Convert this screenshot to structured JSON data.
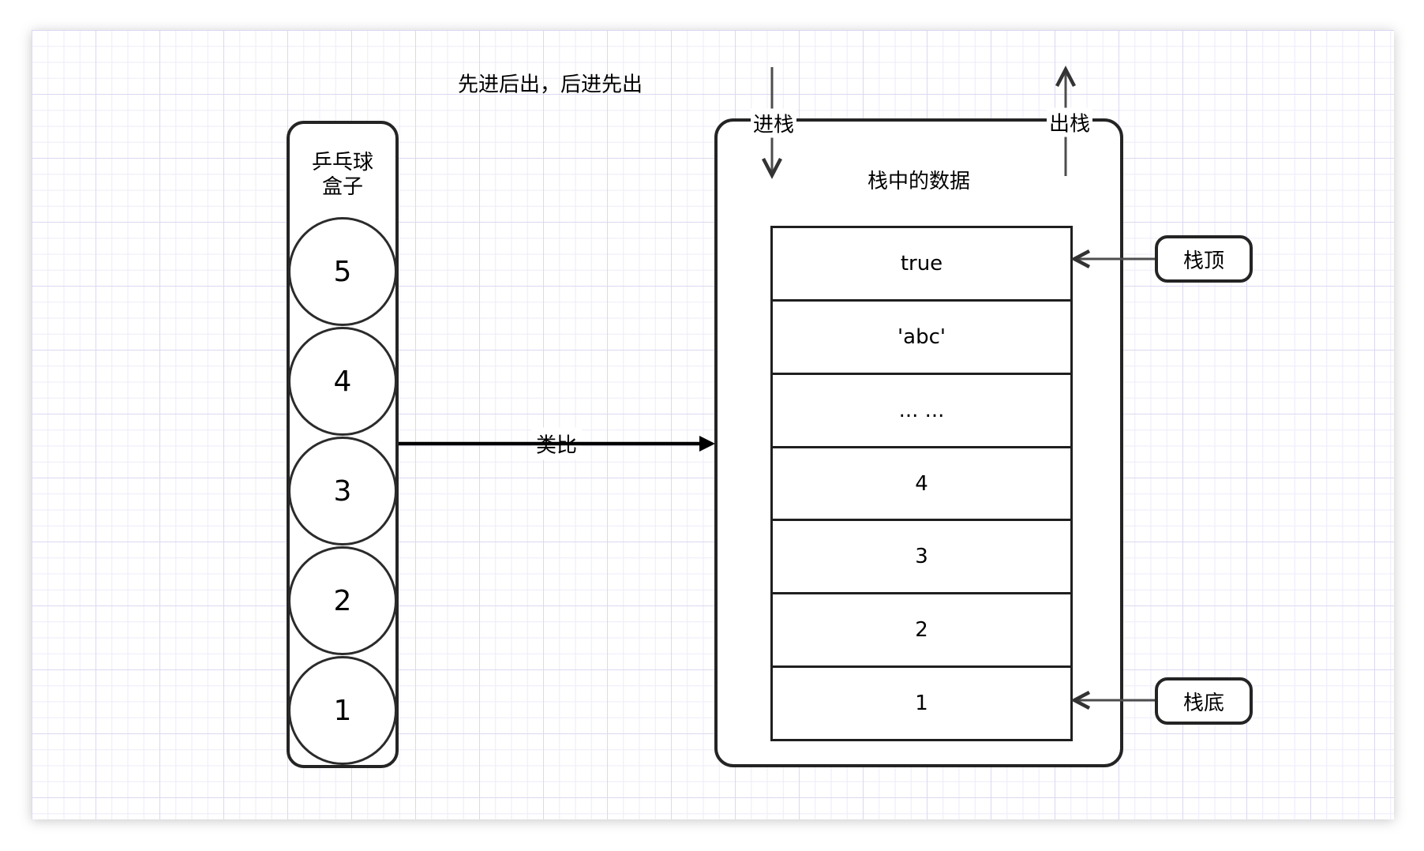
{
  "canvas": {
    "top_note": "先进后出，后进先出"
  },
  "ball_box": {
    "title_line1": "乒乓球",
    "title_line2": "盒子",
    "balls": [
      "5",
      "4",
      "3",
      "2",
      "1"
    ]
  },
  "analogy": {
    "label": "类比"
  },
  "stack": {
    "title": "栈中的数据",
    "push_label": "进栈",
    "pop_label": "出栈",
    "rows": [
      "true",
      "'abc'",
      "... ...",
      "4",
      "3",
      "2",
      "1"
    ],
    "top_label": "栈顶",
    "bottom_label": "栈底"
  },
  "colors": {
    "shape_stroke": "#242424",
    "connector_stroke": "#4d4d4d",
    "analogy_arrow": "#000000",
    "canvas_background": "#ffffff",
    "grid_minor": "#edebf8",
    "grid_major": "#dcd8f0"
  }
}
